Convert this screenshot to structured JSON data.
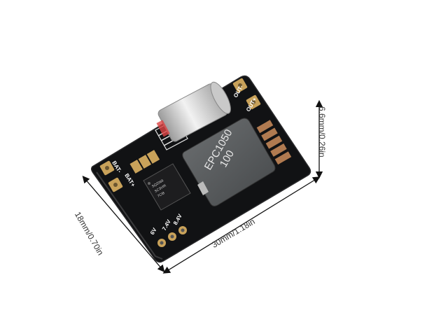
{
  "product_photo": {
    "dimensions": {
      "length": "30mm/1.18in",
      "width": "18mm/0.70in",
      "height": "6.6mm/0.26in"
    },
    "board_labels": {
      "bat_neg": "BAT-",
      "bat_pos": "BAT+",
      "out_neg": "OUT-",
      "out_pos": "OUT+",
      "v1": "6V",
      "v2": "7.4V",
      "v3": "8.4V"
    },
    "inductor_marking": [
      "EPC1050",
      "100"
    ],
    "chip_marking": [
      "SQ2069",
      "SC3VIR",
      "7CIB"
    ],
    "colors": {
      "background": "#ffffff",
      "pcb": "#101012",
      "pad_gold": "#c9a25a",
      "inductor": "#5a5d5f",
      "capacitor": "#d9d9d9",
      "arrow": "#111111"
    }
  }
}
